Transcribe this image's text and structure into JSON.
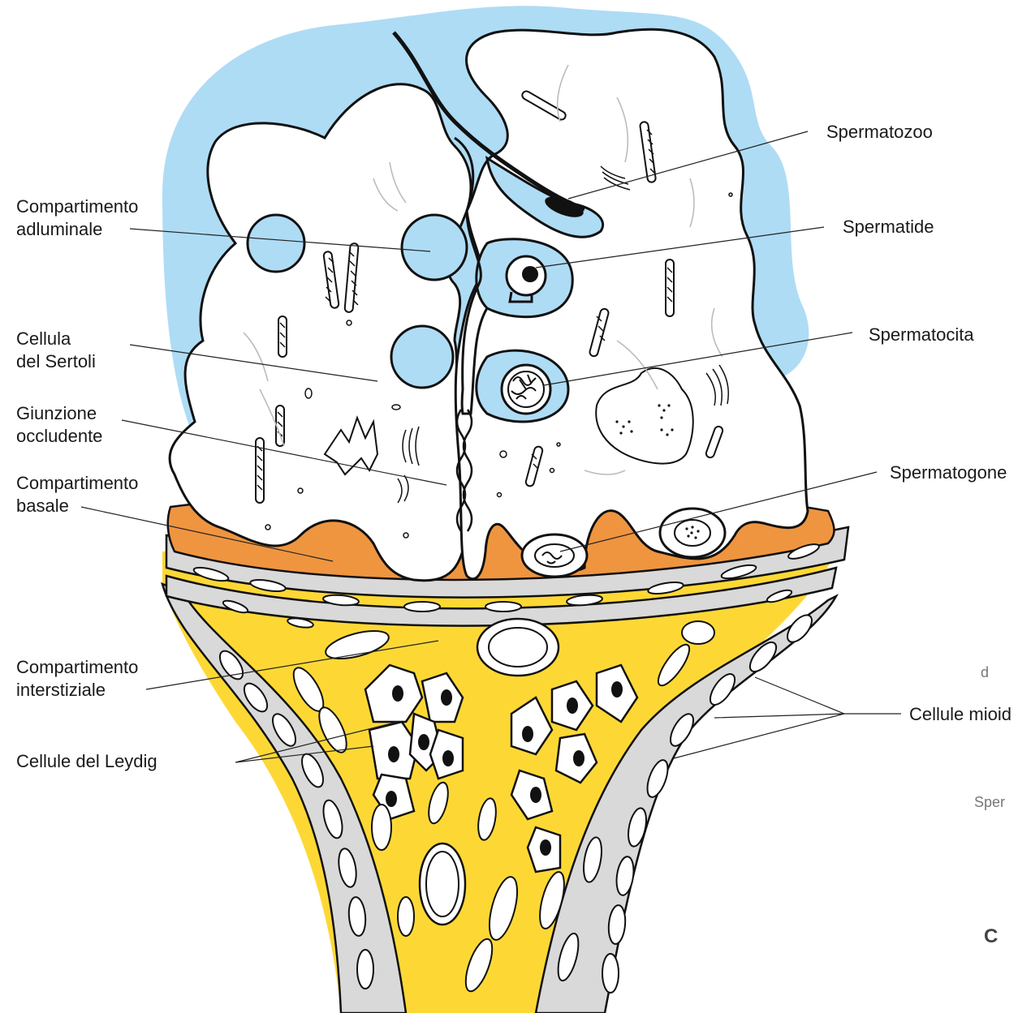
{
  "labels": {
    "compartimento_adluminale": [
      "Compartimento",
      "adluminale"
    ],
    "cellula_sertoli": [
      "Cellula",
      "del Sertoli"
    ],
    "giunzione_occludente": [
      "Giunzione",
      "occludente"
    ],
    "compartimento_basale": [
      "Compartimento",
      "basale"
    ],
    "compartimento_interstiziale": [
      "Compartimento",
      "interstiziale"
    ],
    "cellule_leydig": "Cellule del Leydig",
    "spermatozoo": "Spermatozoo",
    "spermatide": "Spermatide",
    "spermatocita": "Spermatocita",
    "spermatogone": "Spermatogone",
    "cellule_mioidi": "Cellule mioid",
    "fragment_d": "d",
    "fragment_sper": "Sper",
    "fragment_c": "C"
  },
  "colors": {
    "lumen_blue": "#aedcf5",
    "basal_orange": "#ef9540",
    "interstitial_yellow": "#fdd835",
    "myoid_gray": "#d9d9d9",
    "outline": "#111111"
  }
}
